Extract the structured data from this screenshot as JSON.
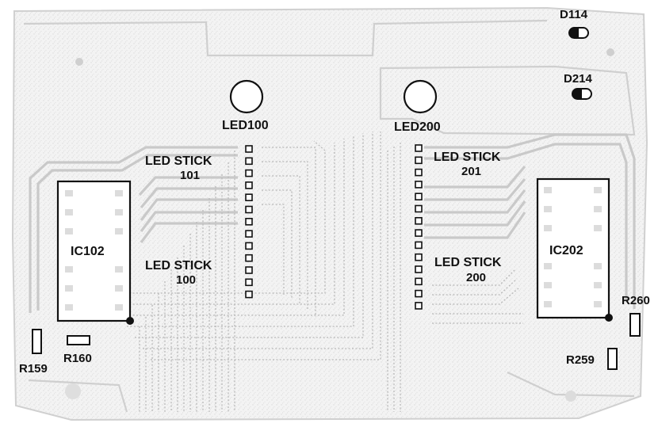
{
  "labels": {
    "d114": "D114",
    "d214": "D214",
    "led100": "LED100",
    "led200": "LED200",
    "led_stick_101_line1": "LED STICK",
    "led_stick_101_line2": "101",
    "led_stick_100_line1": "LED STICK",
    "led_stick_100_line2": "100",
    "led_stick_201_line1": "LED STICK",
    "led_stick_201_line2": "201",
    "led_stick_200_line1": "LED STICK",
    "led_stick_200_line2": "200",
    "ic102": "IC102",
    "ic202": "IC202",
    "r159": "R159",
    "r160": "R160",
    "r259": "R259",
    "r260": "R260"
  },
  "colors": {
    "ink": "#111111",
    "board": "#f1f1f1",
    "board_edge": "#cfcfcf",
    "trace": "#c9c9c9"
  }
}
